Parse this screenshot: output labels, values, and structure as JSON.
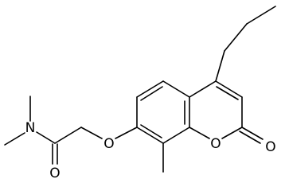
{
  "molecule": {
    "atom_labels": {
      "amide_n": "N",
      "carbonyl_o": "O",
      "ether_o": "O",
      "ring_o": "O",
      "lactone_o": "O"
    }
  }
}
